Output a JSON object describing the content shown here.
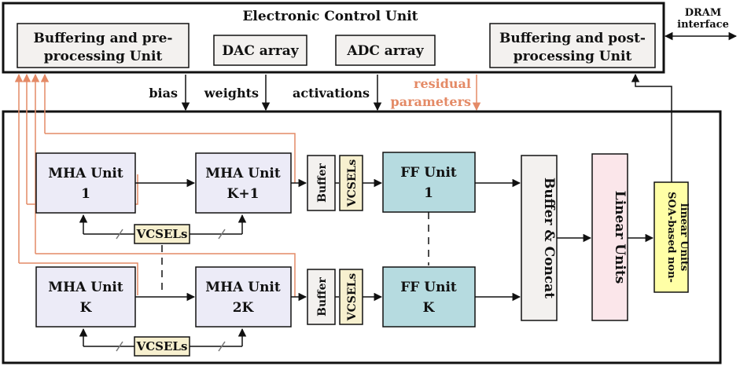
{
  "ecu": {
    "title": "Electronic Control Unit",
    "dram": [
      "DRAM",
      "interface"
    ],
    "pre": [
      "Buffering and pre-",
      "processing Unit"
    ],
    "dac": "DAC array",
    "adc": "ADC array",
    "post": [
      "Buffering and post-",
      "processing Unit"
    ]
  },
  "signals": {
    "bias": "bias",
    "weights": "weights",
    "activations": "activations",
    "residual": [
      "residual",
      "parameters"
    ]
  },
  "blocks": {
    "mha1": [
      "MHA Unit",
      "1"
    ],
    "mhak1": [
      "MHA Unit",
      "K+1"
    ],
    "mhak": [
      "MHA Unit",
      "K"
    ],
    "mha2k": [
      "MHA Unit",
      "2K"
    ],
    "buffer": "Buffer",
    "vcsels": "VCSELs",
    "ff1": [
      "FF Unit",
      "1"
    ],
    "ffk": [
      "FF Unit",
      "K"
    ],
    "concat": "Buffer & Concat",
    "linear": "Linear Units",
    "soa": [
      "SOA-based non-",
      "linear Units"
    ]
  },
  "colors": {
    "mha_fill": "#ecebf7",
    "ff_fill": "#b6dbe0",
    "vcsel_fill": "#f7f0cf",
    "linear_fill": "#fbe6ea",
    "soa_fill": "#ffffa6",
    "gray_fill": "#f3f1ef",
    "residual_line": "#e48a66"
  }
}
